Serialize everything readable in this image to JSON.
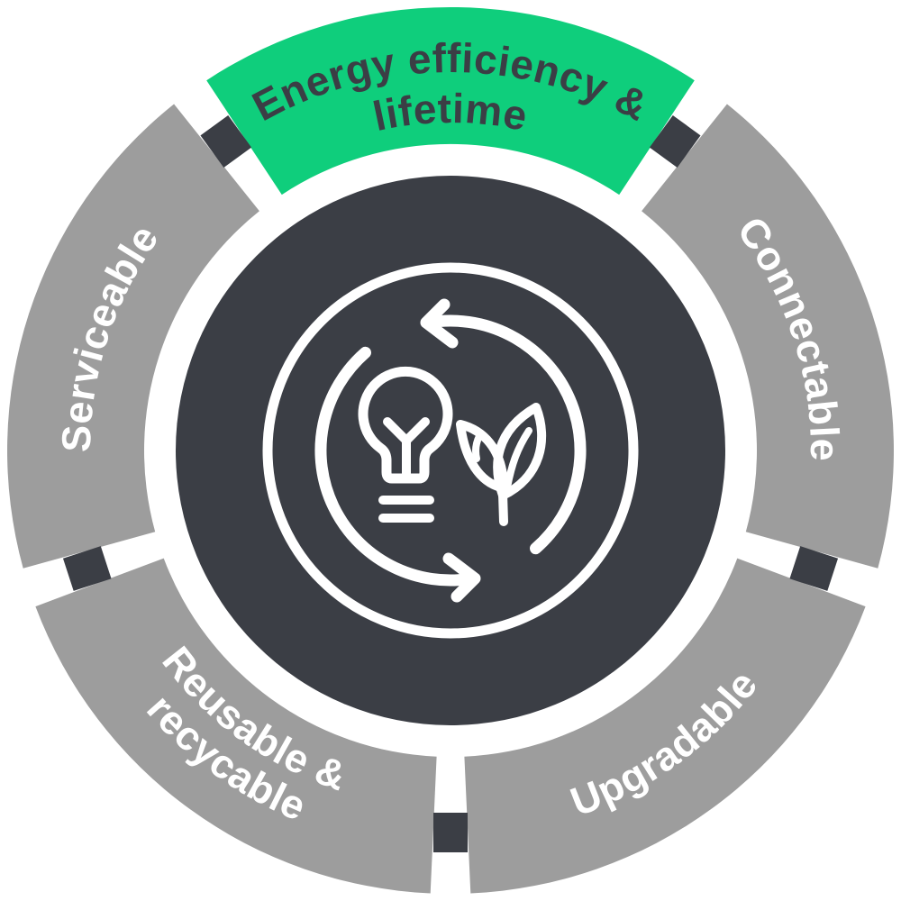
{
  "colors": {
    "green": "#0FCE7C",
    "charcoal": "#3B3E45",
    "gray": "#9D9D9D",
    "white": "#FFFFFF"
  },
  "segments": [
    {
      "id": "energy-efficiency-lifetime",
      "label": "Energy efficiency & lifetime",
      "line1": "Energy efficiency &",
      "line2": "lifetime",
      "color": "#0FCE7C",
      "text_color": "#3B3E45",
      "highlighted": true
    },
    {
      "id": "connectable",
      "label": "Connectable",
      "color": "#9D9D9D",
      "text_color": "#FFFFFF",
      "highlighted": false
    },
    {
      "id": "upgradable",
      "label": "Upgradable",
      "color": "#9D9D9D",
      "text_color": "#FFFFFF",
      "highlighted": false
    },
    {
      "id": "reusable-recycable",
      "label": "Reusable & recycable",
      "line1": "Reusable &",
      "line2": "recycable",
      "color": "#9D9D9D",
      "text_color": "#FFFFFF",
      "highlighted": false
    },
    {
      "id": "serviceable",
      "label": "Serviceable",
      "color": "#9D9D9D",
      "text_color": "#FFFFFF",
      "highlighted": false
    }
  ],
  "center": {
    "background": "#3B3E45",
    "icons": [
      "cycle-arrows-icon",
      "lightbulb-icon",
      "leaf-icon"
    ]
  }
}
